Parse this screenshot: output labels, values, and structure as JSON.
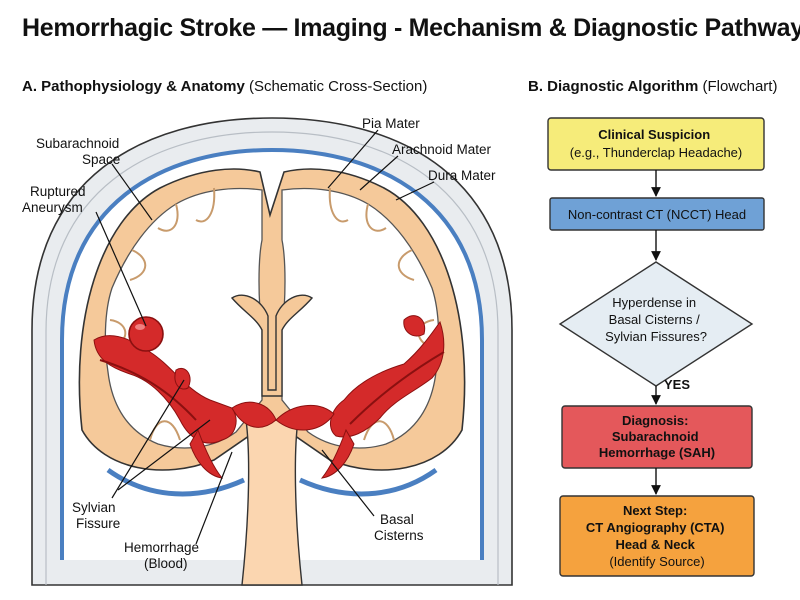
{
  "title": "Hemorrhagic Stroke — Imaging - Mechanism & Diagnostic Pathway",
  "section_a": {
    "bold": "A. Pathophysiology & Anatomy",
    "normal": " (Schematic Cross-Section)"
  },
  "section_b": {
    "bold": "B. Diagnostic Algorithm",
    "normal": " (Flowchart)"
  },
  "anatomy_labels": {
    "subarachnoid_1": "Subarachnoid",
    "subarachnoid_2": "Space",
    "ruptured_1": "Ruptured",
    "ruptured_2": "Aneurysm",
    "pia": "Pia Mater",
    "arachnoid": "Arachnoid Mater",
    "dura": "Dura Mater",
    "sylvian_1": "Sylvian",
    "sylvian_2": "Fissure",
    "hemorrhage_1": "Hemorrhage",
    "hemorrhage_2": "(Blood)",
    "basal_1": "Basal",
    "basal_2": "Cisterns"
  },
  "flowchart": {
    "step1": {
      "line1": "Clinical Suspicion",
      "line2": "(e.g., Thunderclap Headache)"
    },
    "step2": {
      "line1": "Non-contrast CT (NCCT) Head"
    },
    "decision": {
      "line1": "Hyperdense in",
      "line2": "Basal Cisterns /",
      "line3": "Sylvian Fissures?"
    },
    "yes_label": "YES",
    "step3": {
      "line1": "Diagnosis:",
      "line2": "Subarachnoid",
      "line3": "Hemorrhage (SAH)"
    },
    "step4": {
      "line1": "Next Step:",
      "line2": "CT Angiography (CTA)",
      "line3": "Head & Neck",
      "line4": "(Identify Source)"
    }
  },
  "colors": {
    "box_yellow": "#f6ec7a",
    "box_blue": "#6fa1d6",
    "box_decision": "#e5edf3",
    "box_red": "#e4585b",
    "box_orange": "#f5a23e",
    "blood": "#d42a2a",
    "dura": "#4a7fc1",
    "cortex": "#f5c99a",
    "skull": "#e9ecef"
  }
}
